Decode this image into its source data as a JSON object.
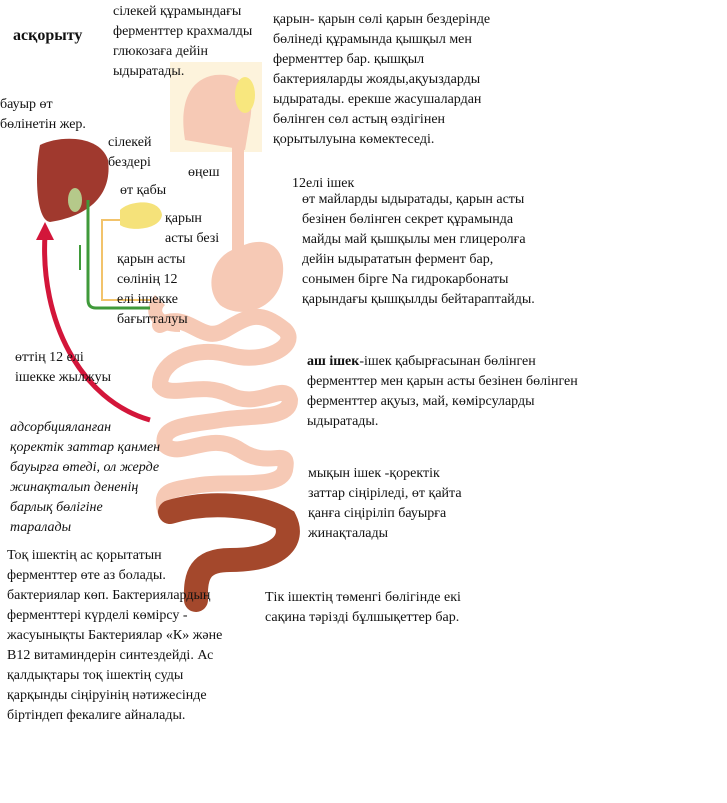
{
  "title": "асқорыту",
  "labels": {
    "saliva": "сілекей құрамындағы\nферменттер крахмалды\nглюкозаға дейін\nыдыратады.",
    "stomach": "қарын- қарын сөлі қарын бездерінде\nбөлінеді құрамында қышқыл мен\nферменттер бар. қышқыл\nбактерияларды жояды,ақуыздарды\nыдыратады. ерекше жасушалардан\nбөлінген сөл астың өздігінен\nқорытылуына көмектеседі.",
    "liver": "бауыр өт\nбөлінетін жер.",
    "salivary_glands": "сілекей\nбездері",
    "esophagus": "өңеш",
    "gallbladder": "өт қабы",
    "pancreas": "қарын\nасты безі",
    "pancreatic_juice": "қарын асты\nсөлінің 12\nелі ішекке\nбағытталуы",
    "duodenum_title": "12елі ішек",
    "duodenum": "өт майларды ыдыратады, қарын асты\nбезінен бөлінген секрет құрамында\nмайды май қышқылы мен глицеролға\nдейін ыдырататын фермент бар,\nсонымен бірге Na гидрокарбонаты\nқарындағы қышқылды бейтараптайды.",
    "bile_flow": "өттің 12 елі\nішекке жылжуы",
    "absorbed": "адсорбцияланған\nқоректік заттар қанмен\nбауырға өтеді, ол жерде\nжинақталып дененің\nбарлық бөлігіне\nтаралады",
    "jejunum_bold": "аш ішек",
    "jejunum": "-ішек қабырғасынан бөлінген\nферменттер мен қарын асты безінен бөлінген\nферменттер ақуыз, май, көмірсуларды\nыдыратады.",
    "ileum": "мықын ішек -қоректік\nзаттар сіңіріледі, өт қайта\nқанға сіңіріліп бауырға\nжинақталады",
    "colon": "Тоқ ішектің ас қорытатын\nферменттер өте аз болады.\nбактериялар көп. Бактериялардың\nферменттері күрделі көмірсу -\nжасуынықты  Бактериялар «К» және\nB12 витаминдерін синтездейді. Ас\nқалдықтары тоқ ішектің суды\nқарқынды сіңіруінің нәтижесінде\nбіртіндеп фекалиге айналады.",
    "rectum": "Тік ішектің төменгі бөлігінде екі\nсақина тәрізді бұлшықеттер бар."
  },
  "colors": {
    "liver": "#a0392e",
    "tract": "#f6c9b5",
    "colon": "#a4482c",
    "bile": "#3f9a3a",
    "pancreas": "#f5e27a",
    "arrow": "#d3163a"
  }
}
